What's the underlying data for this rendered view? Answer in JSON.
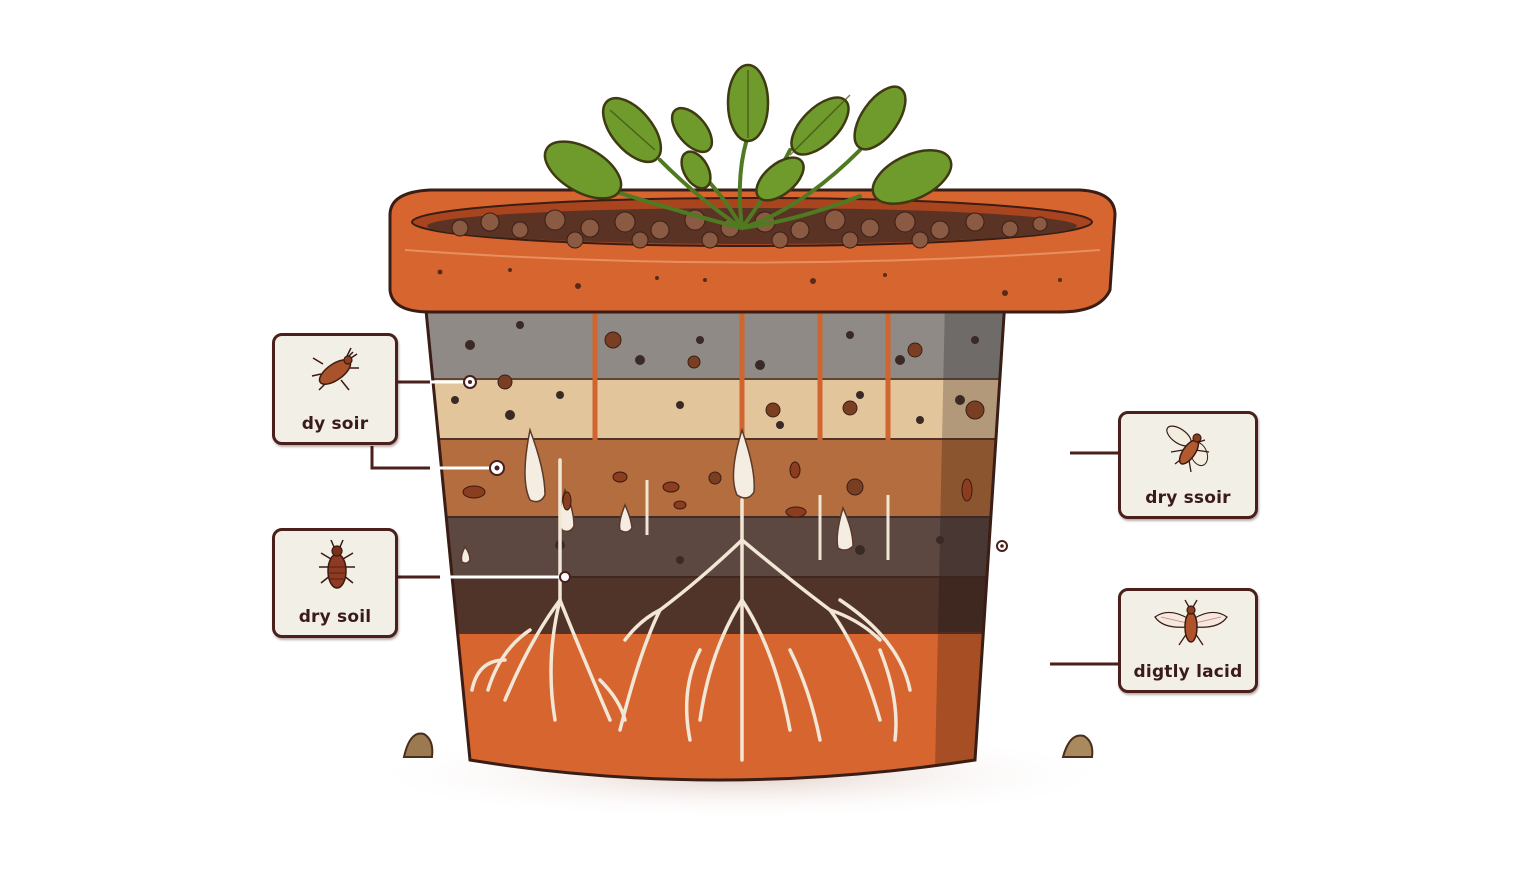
{
  "diagram": {
    "subject": "Potted plant soil cross-section",
    "colors": {
      "pot_terracotta": "#d2612e",
      "pot_rim_inner": "#b84d25",
      "leaf_green": "#6b9a2c",
      "leaf_outline": "#3f3a12",
      "roots": "#f1e6d4",
      "layer_gray": "#8b8784",
      "layer_sand": "#e4c79f",
      "layer_brown": "#b06a3c",
      "layer_dark": "#5b4540",
      "layer_darkest": "#4f3328",
      "label_bg": "#f1efe6",
      "label_border": "#4a1f1c",
      "connector": "#4a1f1c"
    },
    "soil_layers": [
      {
        "name": "gray-porous-layer"
      },
      {
        "name": "sandy-layer"
      },
      {
        "name": "brown-insect-layer"
      },
      {
        "name": "dark-gray-layer"
      },
      {
        "name": "dark-brown-layer"
      },
      {
        "name": "terracotta-root-layer"
      }
    ],
    "labels": [
      {
        "id": "left-top",
        "text": "dy soir",
        "icon": "beetle-icon"
      },
      {
        "id": "left-bottom",
        "text": "dry soil",
        "icon": "bug-icon"
      },
      {
        "id": "right-top",
        "text": "dry ssoir",
        "icon": "winged-insect-icon"
      },
      {
        "id": "right-bottom",
        "text": "digtly lacid",
        "icon": "fly-icon"
      }
    ]
  }
}
